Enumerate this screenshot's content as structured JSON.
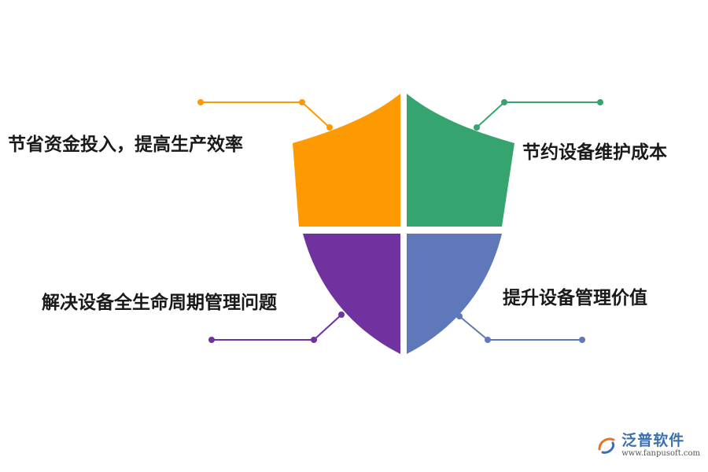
{
  "quadrants": [
    {
      "id": "top-left",
      "label": "节省资金投入，提高生产效率",
      "color": "#FD9A02"
    },
    {
      "id": "top-right",
      "label": "节约设备维护成本",
      "color": "#36A46E"
    },
    {
      "id": "bottom-left",
      "label": "解决设备全生命周期管理问题",
      "color": "#6F329E"
    },
    {
      "id": "bottom-right",
      "label": "提升设备管理价值",
      "color": "#5F78BA"
    }
  ],
  "brand": {
    "name": "泛普软件",
    "url": "www.fanpusoft.com",
    "color": "#3a6fb0",
    "accent": "#e8732a"
  }
}
